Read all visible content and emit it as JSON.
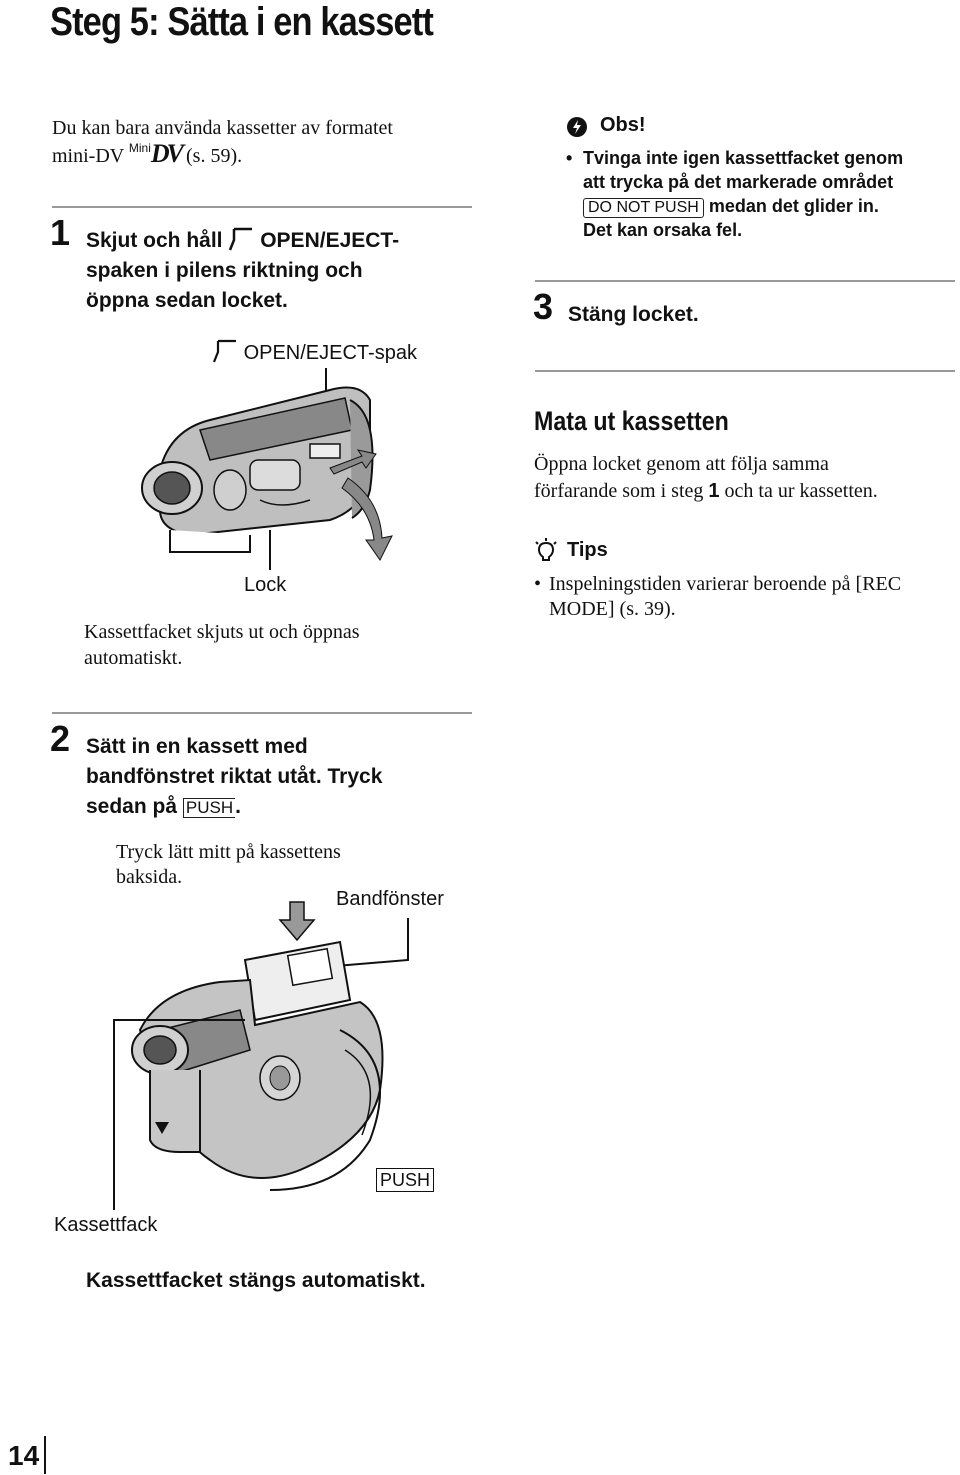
{
  "header": {
    "title": "Steg 5: Sätta i en kassett"
  },
  "intro": {
    "line1": "Du kan bara använda kassetter av formatet",
    "line2_prefix": "mini-DV",
    "logo_mini": "Mini",
    "logo_dv": "DV",
    "line2_suffix": "(s. 59)."
  },
  "step1": {
    "number": "1",
    "line1_prefix": "Skjut och håll",
    "line1_suffix": "OPEN/EJECT-",
    "line2": "spaken i pilens riktning och",
    "line3": "öppna sedan locket.",
    "fig_label_lever": "OPEN/EJECT-spak",
    "fig_label_lid": "Lock",
    "note_line1": "Kassettfacket skjuts ut och öppnas",
    "note_line2": "automatiskt."
  },
  "step2": {
    "number": "2",
    "line1": "Sätt in en kassett med",
    "line2": "bandfönstret riktat utåt. Tryck",
    "line3_prefix": "sedan på",
    "push_key": "PUSH",
    "line3_suffix": ".",
    "note_line1": "Tryck lätt mitt på kassettens",
    "note_line2": "baksida.",
    "fig_label_window": "Bandfönster",
    "fig_label_push": "PUSH",
    "fig_label_compartment": "Kassettfack",
    "closing": "Kassettfacket stängs automatiskt."
  },
  "note": {
    "heading": "Obs!",
    "bullet_line1": "Tvinga inte igen kassettfacket genom",
    "bullet_line2": "att trycka på det markerade området",
    "key": "DO NOT PUSH",
    "bullet_line3_suffix": "medan det glider in.",
    "bullet_line4": "Det kan orsaka fel."
  },
  "step3": {
    "number": "3",
    "text": "Stäng locket."
  },
  "eject": {
    "heading": "Mata ut kassetten",
    "line1": "Öppna locket genom att följa samma",
    "line2_prefix": "förfarande som i steg",
    "line2_num": "1",
    "line2_suffix": "och ta ur kassetten."
  },
  "tips": {
    "heading": "Tips",
    "line1": "Inspelningstiden varierar beroende på [REC",
    "line2": "MODE] (s. 39)."
  },
  "footer": {
    "page_number": "14"
  }
}
